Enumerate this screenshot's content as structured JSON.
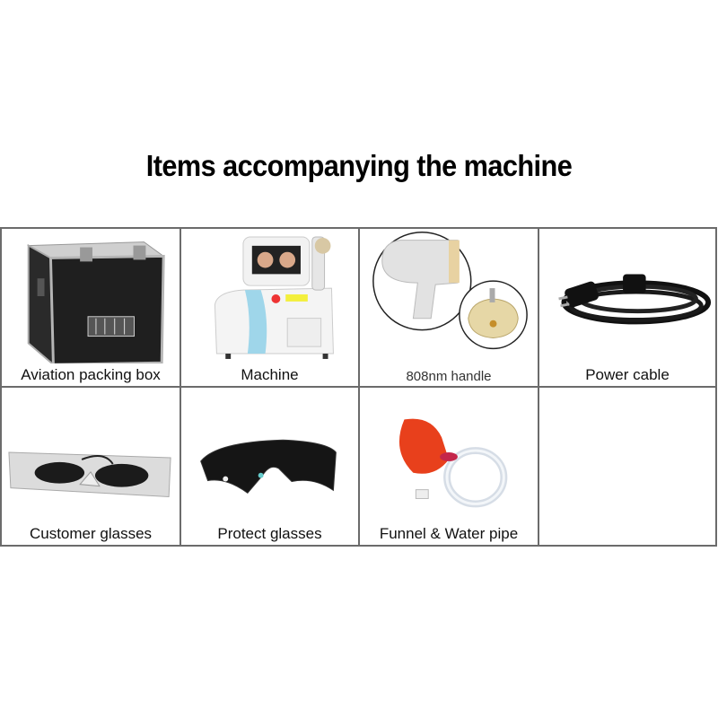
{
  "title": "Items accompanying the machine",
  "items": [
    {
      "label": "Aviation packing box",
      "icon": "flight-case-icon"
    },
    {
      "label": "Machine",
      "icon": "laser-machine-icon"
    },
    {
      "label": "808nm handle",
      "icon": "laser-handle-icon"
    },
    {
      "label": "Power cable",
      "icon": "power-cable-icon"
    },
    {
      "label": "Customer glasses",
      "icon": "eye-shield-glasses-icon"
    },
    {
      "label": "Protect glasses",
      "icon": "safety-goggles-icon"
    },
    {
      "label": "Funnel & Water pipe",
      "icon": "funnel-pipe-icon"
    },
    {
      "label": "",
      "icon": ""
    }
  ],
  "colors": {
    "border": "#6b6b6b",
    "funnel": "#e8401c",
    "machine_accent": "#9fd6ea",
    "case": "#1f1f1f"
  }
}
